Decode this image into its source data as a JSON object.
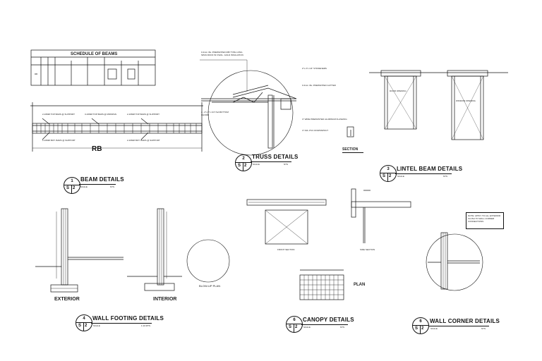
{
  "schedule": {
    "title": "SCHEDULE OF BEAMS",
    "mark": "RB"
  },
  "beam": {
    "mark": "RB",
    "annotations": [
      "2-16MM TOP BARS @ SUPPORT",
      "3-16MM TOP BARS @ MIDSPAN",
      "2-16MM TOP BARS @ SUPPORT",
      "2-16MM BOT. BARS @ SUPPORT",
      "2-16MM BOT. BARS @ SUPPORT"
    ],
    "title": "BEAM DETAILS",
    "scale_label": "SCALE",
    "scale_value": "NTS",
    "tag_num": "1",
    "tag_left": "S",
    "tag_right": "2"
  },
  "truss": {
    "notes": [
      "0.4mm thk. PREPAINTED RIB TYPE LONG SPAN ROOF W/ PHOL. GOLD INSULATION",
      "2\"x 2\"x 1/4\" STIFFENERS",
      "0.4mm thk. PREPAINTED GUTTER",
      "2 - 2\"x 2\"x 1/4\" ISA BOTTOM CHORD",
      "4\" WIDE PREPAINTED ALUMINUM FLASHING",
      "4\" DIA. PVC DOWNSPOUT"
    ],
    "title": "TRUSS DETAILS",
    "scale_label": "SCALE",
    "scale_value": "NTS",
    "tag_num": "2",
    "tag_left": "S",
    "tag_right": "2"
  },
  "lintel": {
    "section_label": "SECTION",
    "door_label": "DOOR OPENING",
    "window_label": "WINDOW OPENING",
    "title": "LINTEL BEAM DETAILS",
    "scale_label": "SCALE",
    "scale_value": "NTS",
    "tag_num": "3",
    "tag_left": "S",
    "tag_right": "2"
  },
  "footing": {
    "exterior_label": "EXTERIOR",
    "interior_label": "INTERIOR",
    "blowup_label": "BLOW-UP PLAN",
    "title": "WALL FOOTING DETAILS",
    "scale_label": "SCALE",
    "scale_value": "1:10 MTS",
    "tag_num": "4",
    "tag_left": "S",
    "tag_right": "2"
  },
  "canopy": {
    "front_section": "FRONT SECTION",
    "side_section": "SIDE SECTION",
    "plan_label": "PLAN",
    "title": "CANOPY DETAILS",
    "scale_label": "SCALE",
    "scale_value": "NTS",
    "tag_num": "6",
    "tag_left": "S",
    "tag_right": "2"
  },
  "corner": {
    "note": "NOTE: APPLY TO ALL EXTERIOR FLUSH TO WALL CORNER CONNECTIONS",
    "title": "WALL CORNER DETAILS",
    "scale_label": "SCALE",
    "scale_value": "NTS",
    "tag_num": "6",
    "tag_left": "S",
    "tag_right": "2"
  }
}
